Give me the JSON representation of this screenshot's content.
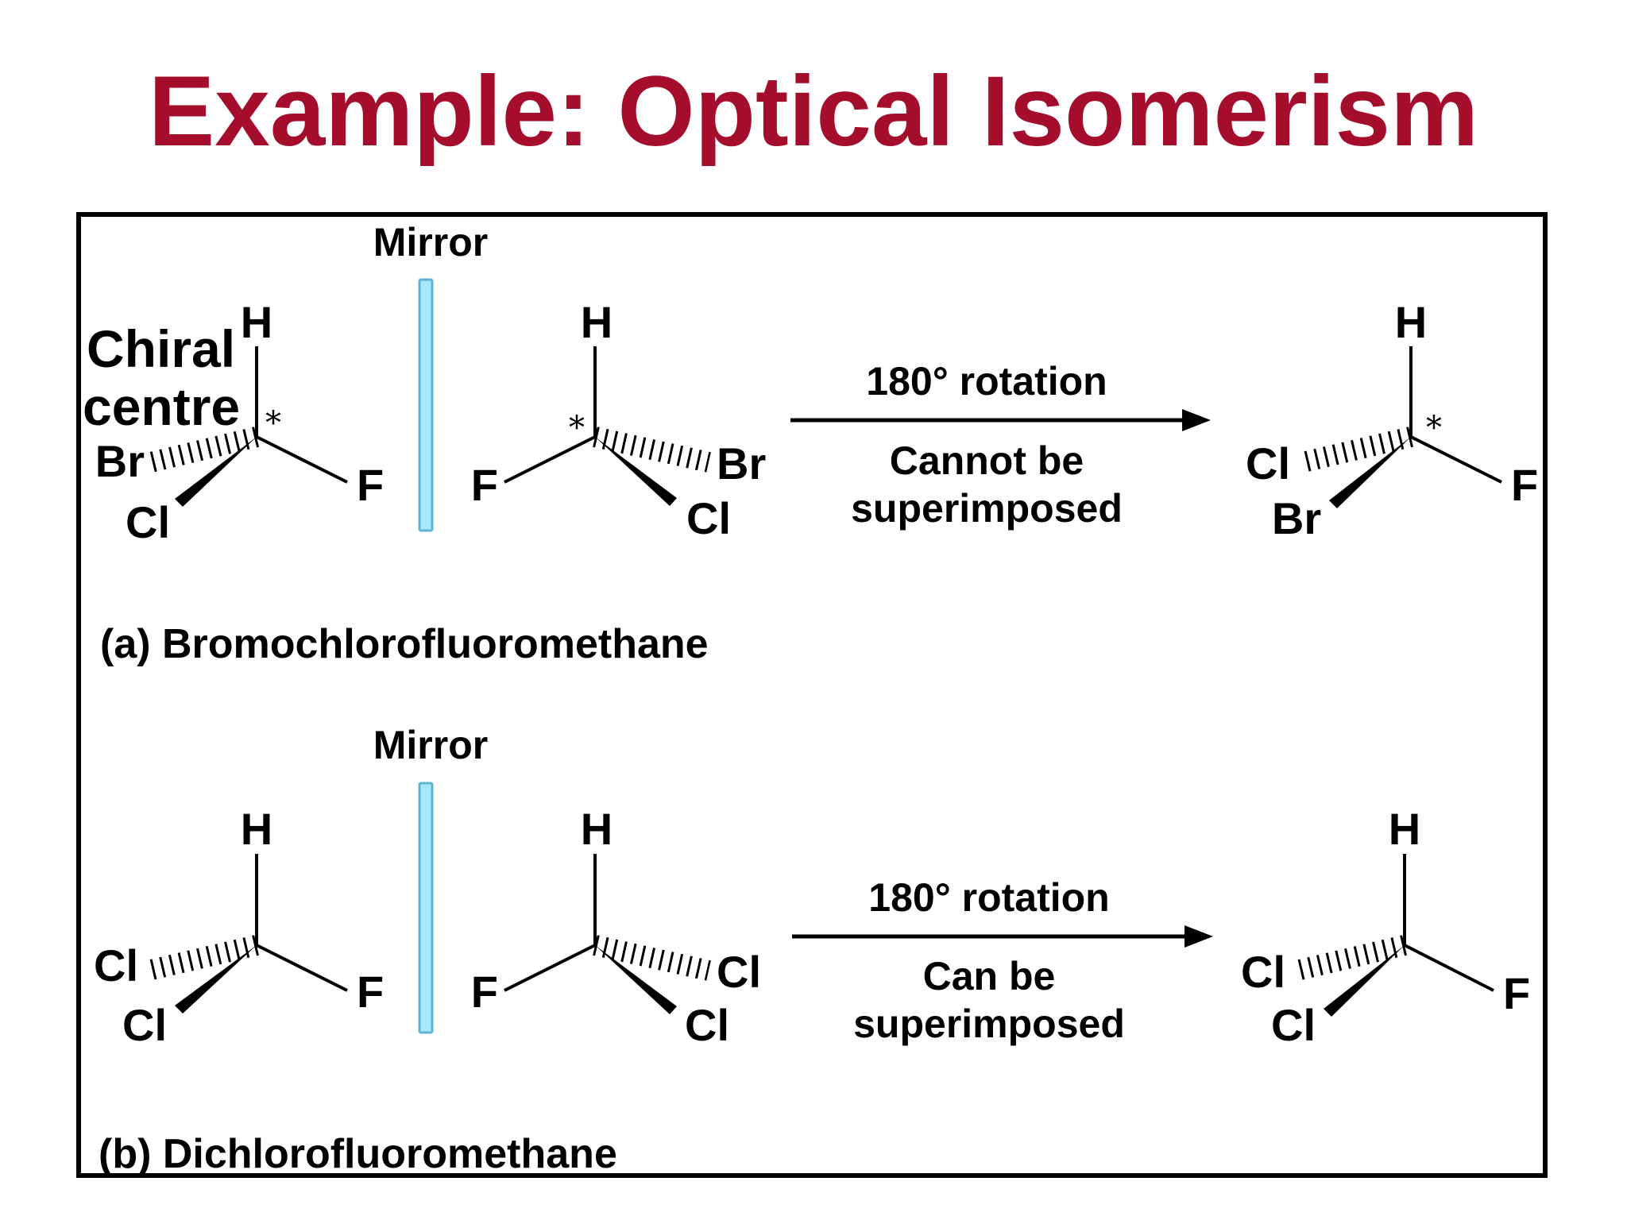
{
  "title": "Example: Optical Isomerism",
  "colors": {
    "title": "#a50d2d",
    "chiral_label": "#ff00ff",
    "mirror_fill": "#a6e9fb",
    "mirror_stroke": "#5fb2d0"
  },
  "chiral_label": {
    "line1": "Chiral",
    "line2": "centre"
  },
  "star": "*",
  "panels": [
    {
      "caption": "(a) Bromochlorofluoromethane",
      "mirror_label": "Mirror",
      "arrow": {
        "above": "180° rotation",
        "below_line1": "Cannot be",
        "below_line2": "superimposed"
      },
      "molecules": [
        {
          "top": "H",
          "left": "Br",
          "right": "F",
          "bottom": "Cl",
          "chiral": true
        },
        {
          "top": "H",
          "left": "F",
          "right": "Br",
          "bottom": "Cl",
          "chiral": true
        },
        {
          "top": "H",
          "left": "Cl",
          "right": "F",
          "bottom": "Br",
          "chiral": true
        }
      ]
    },
    {
      "caption": "(b) Dichlorofluoromethane",
      "mirror_label": "Mirror",
      "arrow": {
        "above": "180° rotation",
        "below_line1": "Can be",
        "below_line2": "superimposed"
      },
      "molecules": [
        {
          "top": "H",
          "left": "Cl",
          "right": "F",
          "bottom": "Cl",
          "chiral": false
        },
        {
          "top": "H",
          "left": "F",
          "right": "Cl",
          "bottom": "Cl",
          "chiral": false
        },
        {
          "top": "H",
          "left": "Cl",
          "right": "F",
          "bottom": "Cl",
          "chiral": false
        }
      ]
    }
  ]
}
